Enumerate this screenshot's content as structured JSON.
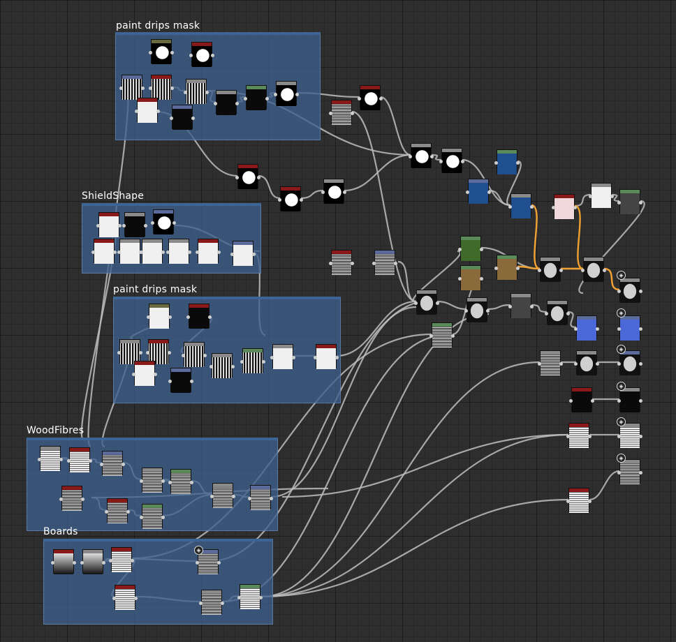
{
  "frames": [
    {
      "id": "f1",
      "title": "paint drips mask"
    },
    {
      "id": "f2",
      "title": "ShieldShape"
    },
    {
      "id": "f3",
      "title": "paint drips mask"
    },
    {
      "id": "f4",
      "title": "WoodFibres"
    },
    {
      "id": "f5",
      "title": "Boards"
    }
  ],
  "colors": {
    "frame_fill": "#3c5f8c",
    "wire": "#bdbdbd",
    "wire_highlight": "#f0a030",
    "timing_text": "#5fe05f"
  },
  "node_header_colors": {
    "red": "#8a1a1a",
    "gray": "#8a8a8a",
    "green": "#5a8a5a",
    "blue": "#5a6a9a",
    "olive": "#6a6a40",
    "steel": "#9aa0b0"
  },
  "node_thumb_fills": {
    "black": "#0a0a0a",
    "white": "#f0f0f0",
    "blob": "bw-blob",
    "noise": "noise",
    "wood": "wood",
    "stripes": "stripes",
    "blue": "#1f4f8f",
    "brown": "#8a6a3a",
    "green": "#3f6a2a",
    "gray": "#777777",
    "lightblue": "#4a68d8",
    "pink": "#f0d8dc",
    "darkgray": "#444444",
    "shield": "shield",
    "grad": "gradient",
    "lines": "lines"
  },
  "icons": {
    "output_marker": "3d-cube-icon"
  }
}
